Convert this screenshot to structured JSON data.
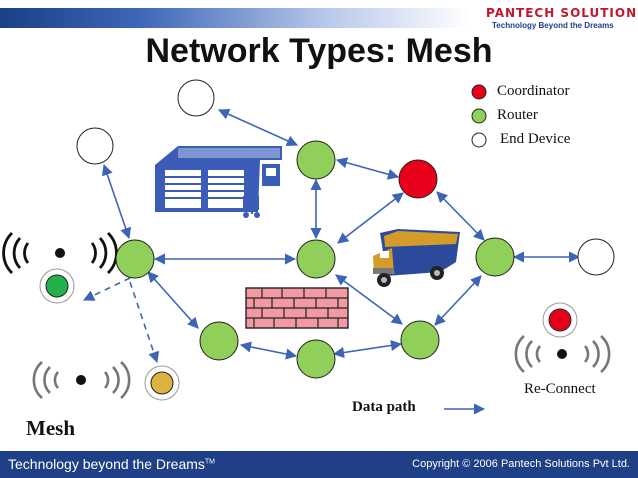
{
  "header": {
    "brand_name": "PANTECH SOLUTIONS",
    "brand_tagline": "Technology Beyond the Dreams"
  },
  "slide": {
    "title": "Network Types: Mesh"
  },
  "legend": {
    "coordinator": "Coordinator",
    "router": "Router",
    "end_device": "End Device"
  },
  "labels": {
    "re_connect": "Re-Connect",
    "data_path": "Data path",
    "mesh": "Mesh"
  },
  "footer": {
    "left": "Technology beyond the Dreams",
    "trademark": "TM",
    "right": "Copyright © 2006 Pantech Solutions Pvt Ltd."
  },
  "colors": {
    "coordinator": "#e8001a",
    "router": "#8fcf5a",
    "end_device": "#ffffff",
    "reconnecting": "#ddb340",
    "link": "#3d65b6",
    "footer_bg": "#1f3f86"
  }
}
